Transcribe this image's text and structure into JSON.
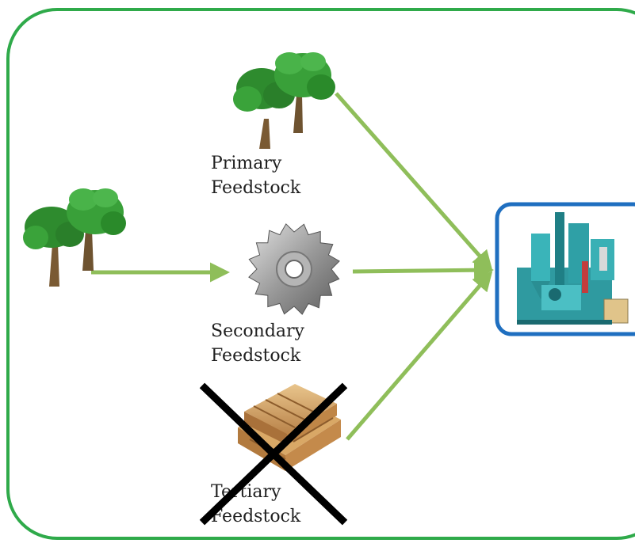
{
  "diagram": {
    "colors": {
      "frame": "#2faa4a",
      "arrow": "#8fbe5a",
      "machine_border": "#1f6fc0",
      "cross": "#000000"
    },
    "primary": {
      "line1": "Primary",
      "line2": "Feedstock"
    },
    "secondary": {
      "line1": "Secondary",
      "line2": "Feedstock"
    },
    "tertiary": {
      "line1": "Tertiary",
      "line2": "Feedstock",
      "excluded": true
    }
  }
}
